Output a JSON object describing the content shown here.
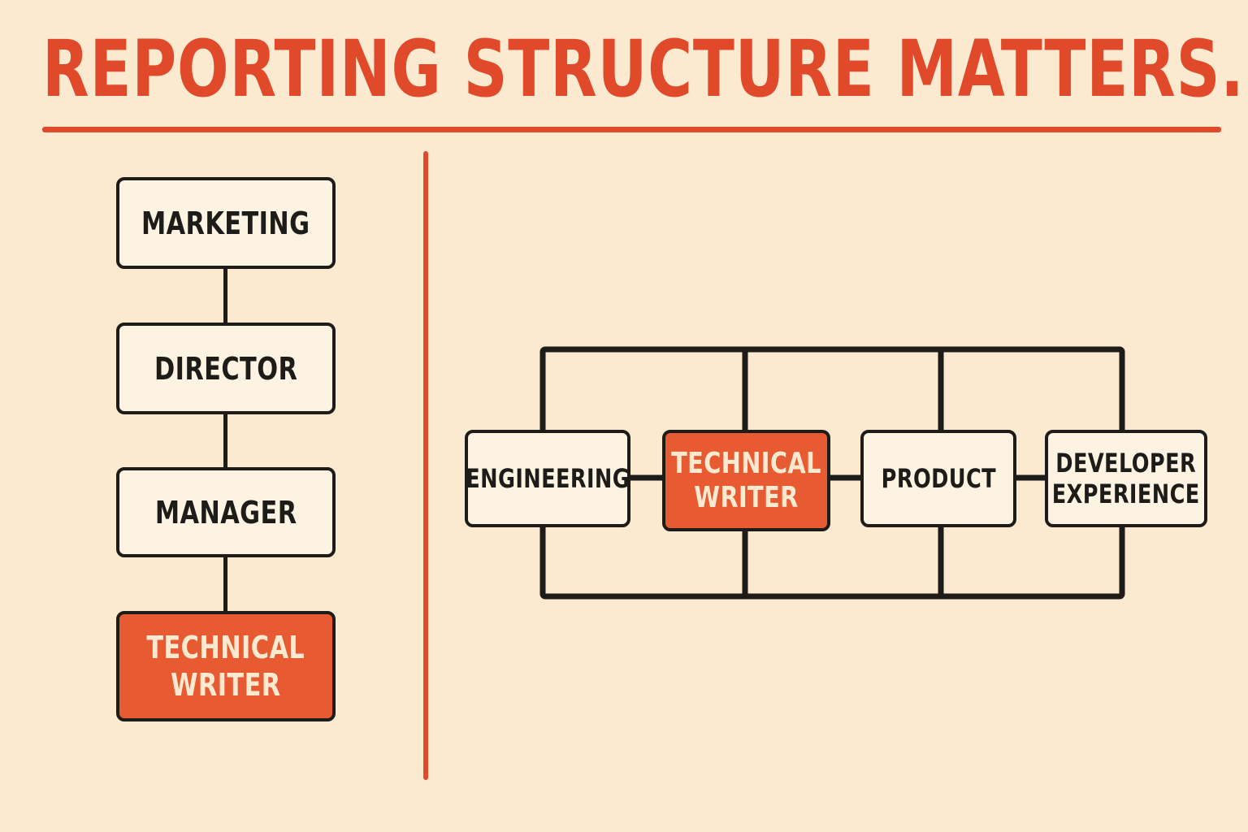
{
  "title": "REPORTING STRUCTURE MATTERS.",
  "colors": {
    "accent": "#e04a2a",
    "highlight_fill": "#e85a32",
    "background": "#fbe9d0",
    "box_fill": "#fdf3e3",
    "ink": "#1e1c18"
  },
  "hierarchy": {
    "levels": [
      "MARKETING",
      "DIRECTOR",
      "MANAGER",
      "TECHNICAL\nWRITER"
    ],
    "highlighted": "TECHNICAL\nWRITER"
  },
  "network": {
    "nodes": [
      "ENGINEERING",
      "TECHNICAL\nWRITER",
      "PRODUCT",
      "DEVELOPER\nEXPERIENCE"
    ],
    "highlighted": "TECHNICAL\nWRITER"
  }
}
